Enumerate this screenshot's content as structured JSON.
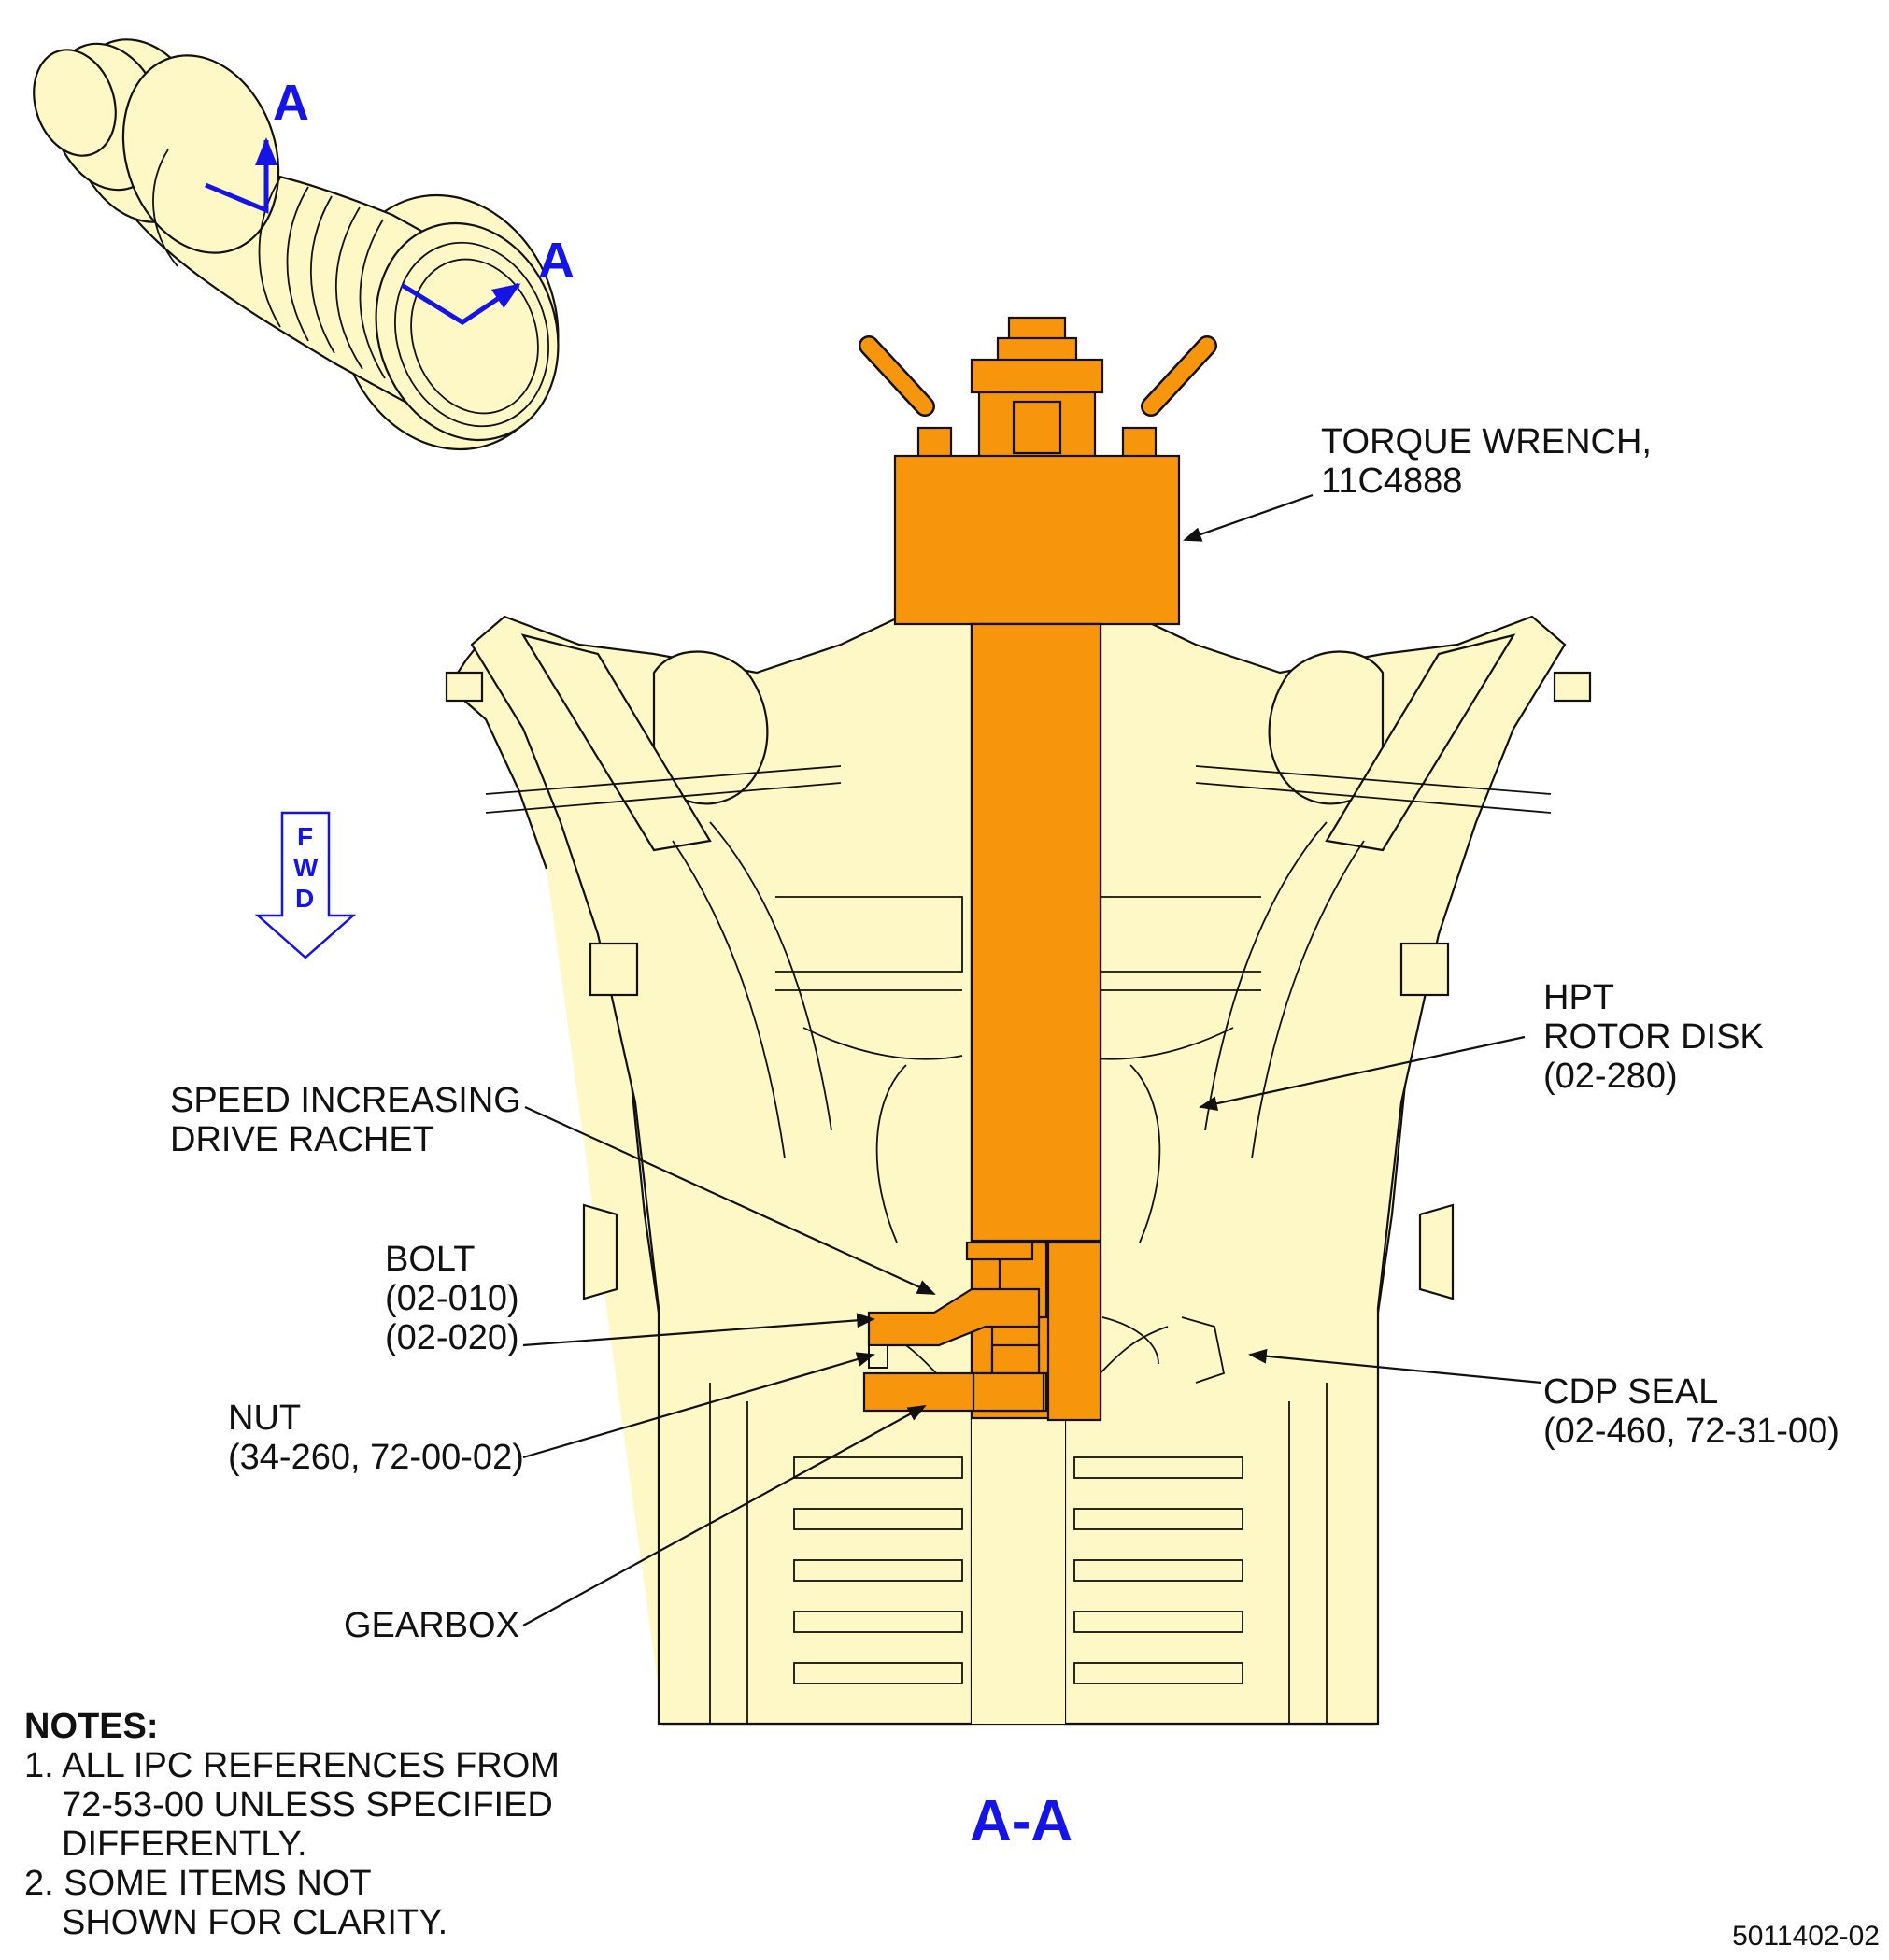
{
  "view": {
    "section_marker_upper": "A",
    "section_marker_lower": "A",
    "section_title": "A-A"
  },
  "fwd": {
    "letters": [
      "F",
      "W",
      "D"
    ]
  },
  "callouts": {
    "torque_wrench": [
      "TORQUE WRENCH,",
      "11C4888"
    ],
    "hpt_rotor_disk": [
      "HPT",
      "ROTOR DISK",
      "(02-280)"
    ],
    "speed_increasing_drive": [
      "SPEED INCREASING",
      "DRIVE RACHET"
    ],
    "bolt": [
      "BOLT",
      "(02-010)",
      "(02-020)"
    ],
    "nut": [
      "NUT",
      "(34-260, 72-00-02)"
    ],
    "cdp_seal": [
      "CDP SEAL",
      "(02-460, 72-31-00)"
    ],
    "gearbox": [
      "GEARBOX"
    ]
  },
  "notes": {
    "heading": "NOTES:",
    "lines": [
      "1. ALL IPC REFERENCES FROM",
      "72-53-00 UNLESS SPECIFIED",
      "DIFFERENTLY.",
      "2. SOME ITEMS NOT",
      "SHOWN FOR CLARITY."
    ]
  },
  "figure_id": "5011402-02",
  "colors": {
    "part_fill": "#fdf8c6",
    "tool_fill": "#f7960c",
    "section_blue": "#1414e6",
    "line": "#111111"
  }
}
